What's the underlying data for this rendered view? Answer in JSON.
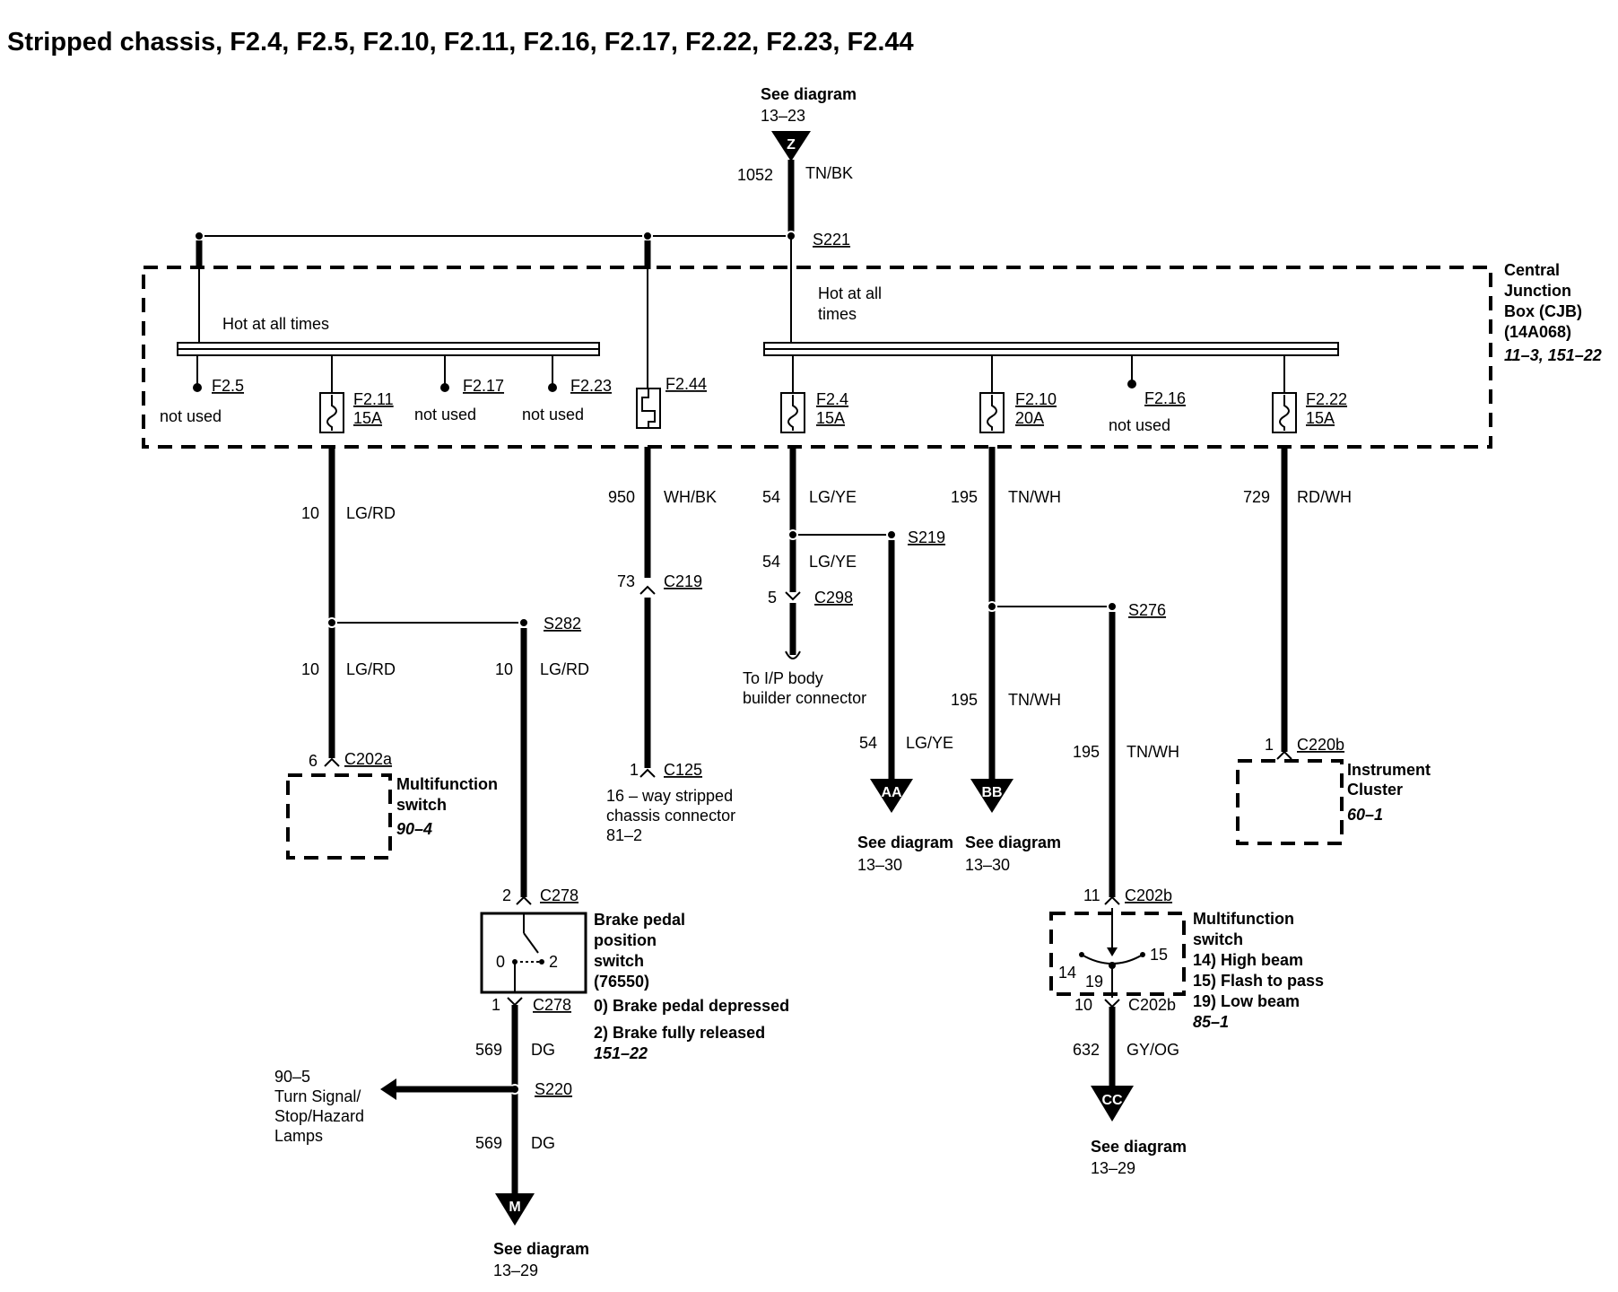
{
  "title": "Stripped chassis, F2.4, F2.5, F2.10, F2.11, F2.16, F2.17, F2.22, F2.23, F2.44",
  "top_ref": {
    "label": "See diagram",
    "page": "13–23",
    "letter": "Z",
    "circuit": "1052",
    "color": "TN/BK"
  },
  "splice_s221": "S221",
  "cjb": {
    "name_lines": [
      "Central",
      "Junction",
      "Box (CJB)",
      "(14A068)"
    ],
    "ref": "11–3, 151–22",
    "hot_left": "Hot at all times",
    "hot_right_1": "Hot at all",
    "hot_right_2": "times"
  },
  "fuses": {
    "f25": {
      "id": "F2.5",
      "note": "not used"
    },
    "f211": {
      "id": "F2.11",
      "rating": "15A"
    },
    "f217": {
      "id": "F2.17",
      "note": "not used"
    },
    "f223": {
      "id": "F2.23",
      "note": "not used"
    },
    "f244": {
      "id": "F2.44"
    },
    "f24": {
      "id": "F2.4",
      "rating": "15A"
    },
    "f210": {
      "id": "F2.10",
      "rating": "20A"
    },
    "f216": {
      "id": "F2.16",
      "note": "not used"
    },
    "f222": {
      "id": "F2.22",
      "rating": "15A"
    }
  },
  "circuits": {
    "c10a": {
      "num": "10",
      "color": "LG/RD"
    },
    "c10b": {
      "num": "10",
      "color": "LG/RD"
    },
    "c10c": {
      "num": "10",
      "color": "LG/RD"
    },
    "c950": {
      "num": "950",
      "color": "WH/BK"
    },
    "c54a": {
      "num": "54",
      "color": "LG/YE"
    },
    "c54b": {
      "num": "54",
      "color": "LG/YE"
    },
    "c54c": {
      "num": "54",
      "color": "LG/YE"
    },
    "c195a": {
      "num": "195",
      "color": "TN/WH"
    },
    "c195b": {
      "num": "195",
      "color": "TN/WH"
    },
    "c195c": {
      "num": "195",
      "color": "TN/WH"
    },
    "c729": {
      "num": "729",
      "color": "RD/WH"
    },
    "c569a": {
      "num": "569",
      "color": "DG"
    },
    "c569b": {
      "num": "569",
      "color": "DG"
    },
    "c632": {
      "num": "632",
      "color": "GY/OG"
    }
  },
  "splices": {
    "s282": "S282",
    "s219": "S219",
    "s276": "S276",
    "s220": "S220"
  },
  "connectors": {
    "c202a": {
      "pin": "6",
      "id": "C202a"
    },
    "c219": {
      "pin": "73",
      "id": "C219"
    },
    "c125": {
      "pin": "1",
      "id": "C125"
    },
    "c298": {
      "pin": "5",
      "id": "C298"
    },
    "c220b": {
      "pin": "1",
      "id": "C220b"
    },
    "c278top": {
      "pin": "2",
      "id": "C278"
    },
    "c278bot": {
      "pin": "1",
      "id": "C278"
    },
    "c202btop": {
      "pin": "11",
      "id": "C202b"
    },
    "c202bbot": {
      "pin": "10",
      "id": "C202b"
    }
  },
  "components": {
    "mfs_left": {
      "name_1": "Multifunction",
      "name_2": "switch",
      "ref": "90–4"
    },
    "c125_desc_1": "16 – way stripped",
    "c125_desc_2": "chassis connector",
    "c125_desc_3": "81–2",
    "ip_body_1": "To I/P body",
    "ip_body_2": "builder connector",
    "cluster": {
      "name_1": "Instrument",
      "name_2": "Cluster",
      "ref": "60–1"
    },
    "brake": {
      "name_1": "Brake pedal",
      "name_2": "position",
      "name_3": "switch",
      "part": "(76550)",
      "pos0": "0",
      "pos2": "2",
      "state0": "0) Brake pedal depressed",
      "state2": "2) Brake fully released",
      "ref": "151–22"
    },
    "mfs_right": {
      "name_1": "Multifunction",
      "name_2": "switch",
      "p14": "14",
      "p15": "15",
      "p19": "19",
      "pos14": "14) High beam",
      "pos15": "15) Flash to pass",
      "pos19": "19) Low beam",
      "ref": "85–1"
    }
  },
  "offpage": {
    "aa": {
      "letter": "AA",
      "label": "See diagram",
      "page": "13–30"
    },
    "bb": {
      "letter": "BB",
      "label": "See diagram",
      "page": "13–30"
    },
    "cc": {
      "letter": "CC",
      "label": "See diagram",
      "page": "13–29"
    },
    "m": {
      "letter": "M",
      "label": "See diagram",
      "page": "13–29"
    },
    "turn": {
      "ref": "90–5",
      "line1": "Turn Signal/",
      "line2": "Stop/Hazard",
      "line3": "Lamps"
    }
  }
}
